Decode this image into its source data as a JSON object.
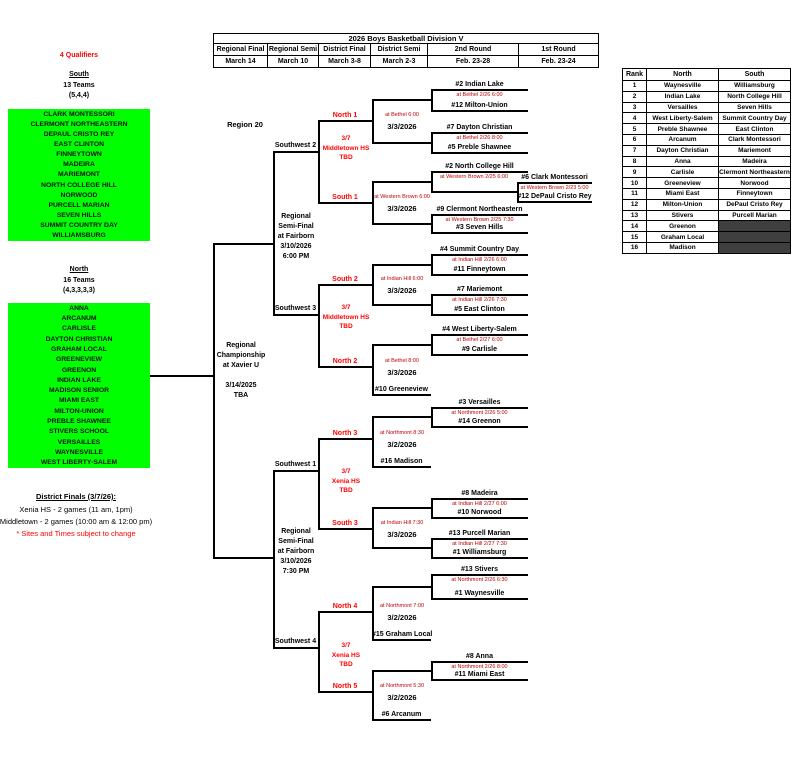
{
  "header_table": {
    "title": "2026 Boys Basketball Division V",
    "rounds": [
      {
        "label": "Regional Final",
        "date": "March 14"
      },
      {
        "label": "Regional Semi",
        "date": "March 10"
      },
      {
        "label": "District Final",
        "date": "March 3-8"
      },
      {
        "label": "District Semi",
        "date": "March 2-3"
      },
      {
        "label": "2nd Round",
        "date": "Feb. 23-28"
      },
      {
        "label": "1st Round",
        "date": "Feb. 23-24"
      }
    ]
  },
  "rank_table": {
    "headers": [
      "Rank",
      "North",
      "South"
    ],
    "rows": [
      {
        "rank": "1",
        "north": "Waynesville",
        "south": "Williamsburg"
      },
      {
        "rank": "2",
        "north": "Indian Lake",
        "south": "North College Hill"
      },
      {
        "rank": "3",
        "north": "Versailles",
        "south": "Seven Hills"
      },
      {
        "rank": "4",
        "north": "West Liberty-Salem",
        "south": "Summit Country Day"
      },
      {
        "rank": "5",
        "north": "Preble Shawnee",
        "south": "East Clinton"
      },
      {
        "rank": "6",
        "north": "Arcanum",
        "south": "Clark Montessori"
      },
      {
        "rank": "7",
        "north": "Dayton Christian",
        "south": "Mariemont"
      },
      {
        "rank": "8",
        "north": "Anna",
        "south": "Madeira"
      },
      {
        "rank": "9",
        "north": "Carlisle",
        "south": "Clermont Northeastern"
      },
      {
        "rank": "10",
        "north": "Greeneview",
        "south": "Norwood"
      },
      {
        "rank": "11",
        "north": "Miami East",
        "south": "Finneytown"
      },
      {
        "rank": "12",
        "north": "Milton-Union",
        "south": "DePaul Cristo Rey"
      },
      {
        "rank": "13",
        "north": "Stivers",
        "south": "Purcell Marian"
      },
      {
        "rank": "14",
        "north": "Greenon",
        "south": null
      },
      {
        "rank": "15",
        "north": "Graham Local",
        "south": null
      },
      {
        "rank": "16",
        "north": "Madison",
        "south": null
      }
    ]
  },
  "sidebar": {
    "qualifiers_note": "4 Qualifiers",
    "south": {
      "title": "South",
      "teams_count": "13 Teams",
      "split": "(5,4,4)",
      "teams": [
        "CLARK MONTESSORI",
        "CLERMONT NORTHEASTERN",
        "DEPAUL CRISTO REY",
        "EAST CLINTON",
        "FINNEYTOWN",
        "MADEIRA",
        "MARIEMONT",
        "NORTH COLLEGE HILL",
        "NORWOOD",
        "PURCELL MARIAN",
        "SEVEN HILLS",
        "SUMMIT COUNTRY DAY",
        "WILLIAMSBURG"
      ]
    },
    "north": {
      "title": "North",
      "teams_count": "16 Teams",
      "split": "(4,3,3,3,3)",
      "teams": [
        "ANNA",
        "ARCANUM",
        "CARLISLE",
        "DAYTON CHRISTIAN",
        "GRAHAM LOCAL",
        "GREENEVIEW",
        "GREENON",
        "INDIAN LAKE",
        "MADISON SENIOR",
        "MIAMI EAST",
        "MILTON-UNION",
        "PREBLE SHAWNEE",
        "STIVERS SCHOOL",
        "VERSAILLES",
        "WAYNESVILLE",
        "WEST LIBERTY-SALEM"
      ]
    },
    "district_finals": {
      "heading": "District Finals (3/7/26):",
      "line1": "Xenia HS - 2 games (11 am, 1pm)",
      "line2": "Middletown  - 2 games (10:00 am & 12:00 pm)",
      "note": "* Sites and Times subject to change"
    }
  },
  "bracket": {
    "region_label": "Region 20",
    "championship": {
      "lines": [
        "Regional",
        "Championship",
        "at Xavier U",
        "",
        "3/14/2025",
        "TBA"
      ]
    },
    "semifinals": [
      {
        "lines": [
          "Regional",
          "Semi-Final",
          "at Fairborn",
          "3/10/2026",
          "6:00 PM"
        ]
      },
      {
        "lines": [
          "Regional",
          "Semi-Final",
          "at Fairborn",
          "3/10/2026",
          "7:30 PM"
        ]
      }
    ],
    "southwest_labels": [
      "Southwest 2",
      "Southwest 3",
      "Southwest 1",
      "Southwest 4"
    ],
    "site_notes": [
      {
        "lines": [
          "3/7",
          "Middletown HS",
          "TBD"
        ]
      },
      {
        "lines": [
          "3/7",
          "Middletown HS",
          "TBD"
        ]
      },
      {
        "lines": [
          "3/7",
          "Xenia HS",
          "TBD"
        ]
      },
      {
        "lines": [
          "3/7",
          "Xenia HS",
          "TBD"
        ]
      }
    ],
    "district_finals": [
      {
        "label": "North 1",
        "site": "at Bethel  6:00",
        "date": "3/3/2026"
      },
      {
        "label": "South 1",
        "site": "at Western Brown 6:00",
        "date": "3/3/2026"
      },
      {
        "label": "South 2",
        "site": "at Indian Hill 6:00",
        "date": "3/3/2026"
      },
      {
        "label": "North 2",
        "site": "at Bethel  8:00",
        "date": "3/3/2026"
      },
      {
        "label": "North 3",
        "site": "at Northmont  8:30",
        "date": "3/2/2026"
      },
      {
        "label": "South 3",
        "site": "at Indian Hill  7:30",
        "date": "3/3/2026"
      },
      {
        "label": "North 4",
        "site": "at Northmont  7:00",
        "date": "3/2/2026"
      },
      {
        "label": "North 5",
        "site": "at Northmont  5:30",
        "date": "3/2/2026"
      }
    ],
    "second_round": [
      {
        "top": "#2 Indian Lake",
        "site": "at Bethel 2/26  6:00",
        "bottom": "#12 Milton-Union"
      },
      {
        "top": "#7 Dayton Christian",
        "site": "at Bethel 2/26  8:00",
        "bottom": "#5 Preble Shawnee"
      },
      {
        "top": "#2 North College Hill",
        "site": "at Western Brown 2/25 6:00",
        "bottom": ""
      },
      {
        "top": "#9 Clermont Northeastern",
        "site": "at Western Brown 2/25  7:30",
        "bottom": "#3 Seven Hills"
      },
      {
        "top": "#4 Summit Country Day",
        "site": "at Indian Hill 2/26 6:00",
        "bottom": "#11 Finneytown"
      },
      {
        "top": "#7 Mariemont",
        "site": "at Indian Hill 2/26 7:30",
        "bottom": "#5 East Clinton"
      },
      {
        "top": "#4 West Liberty-Salem",
        "site": "at Bethel 2/27  6:00",
        "bottom": "#9 Carlisle"
      },
      {
        "top": "#3 Versailles",
        "site": "at Northmont 2/26  5:00",
        "bottom": "#14 Greenon"
      },
      {
        "top": "#8 Madeira",
        "site": "at Indian Hill 2/27  6:00",
        "bottom": "#10 Norwood"
      },
      {
        "top": "#13 Purcell Marian",
        "site": "at Indian Hill 2/27  7:30",
        "bottom": "#1 Williamsburg"
      },
      {
        "top": "#13 Stivers",
        "site": "at Northmont 2/26  6:30",
        "bottom": "#1 Waynesville"
      },
      {
        "top": "#8 Anna",
        "site": "at Northmont 2/26 8:00",
        "bottom": "#11 Miami East"
      }
    ],
    "first_round": {
      "top": "#6 Clark Montessori",
      "site": "at Western Brown  2/23 5:00",
      "bottom": "#12 DePaul Cristo Rey"
    },
    "byes": [
      "#10 Greeneview",
      "#16 Madison",
      "#15 Graham Local",
      "#6 Arcanum"
    ]
  },
  "colors": {
    "accent_red": "#ff0000",
    "site_red": "#c00000",
    "list_green": "#00ff00",
    "blocked_cell_gray": "#3f3f3f"
  }
}
